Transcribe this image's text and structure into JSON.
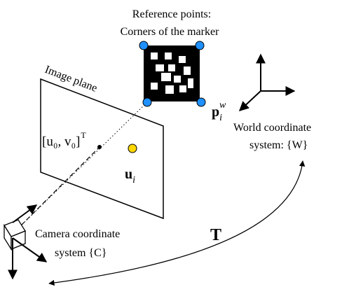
{
  "labels": {
    "reference_points_line1": "Reference points:",
    "reference_points_line2": "Corners of the marker",
    "image_plane": "Image plane",
    "principal_point": "[u₀, v₀]",
    "principal_point_sup": "T",
    "marker_point": "p",
    "marker_point_sub": "i",
    "marker_point_sup": "w",
    "image_point": "u",
    "image_point_sub": "i",
    "world_line1": "World coordinate",
    "world_line2": "system: {W}",
    "camera_line1": "Camera coordinate",
    "camera_line2": "system {C}",
    "transform": "T"
  },
  "colors": {
    "corner_points": "#1e90ff",
    "image_point": "#ffd700",
    "line": "#000000",
    "marker_bg": "#000000",
    "marker_cell": "#ffffff"
  },
  "icons": {
    "camera": "camera-icon",
    "marker": "aruco-marker-icon"
  }
}
